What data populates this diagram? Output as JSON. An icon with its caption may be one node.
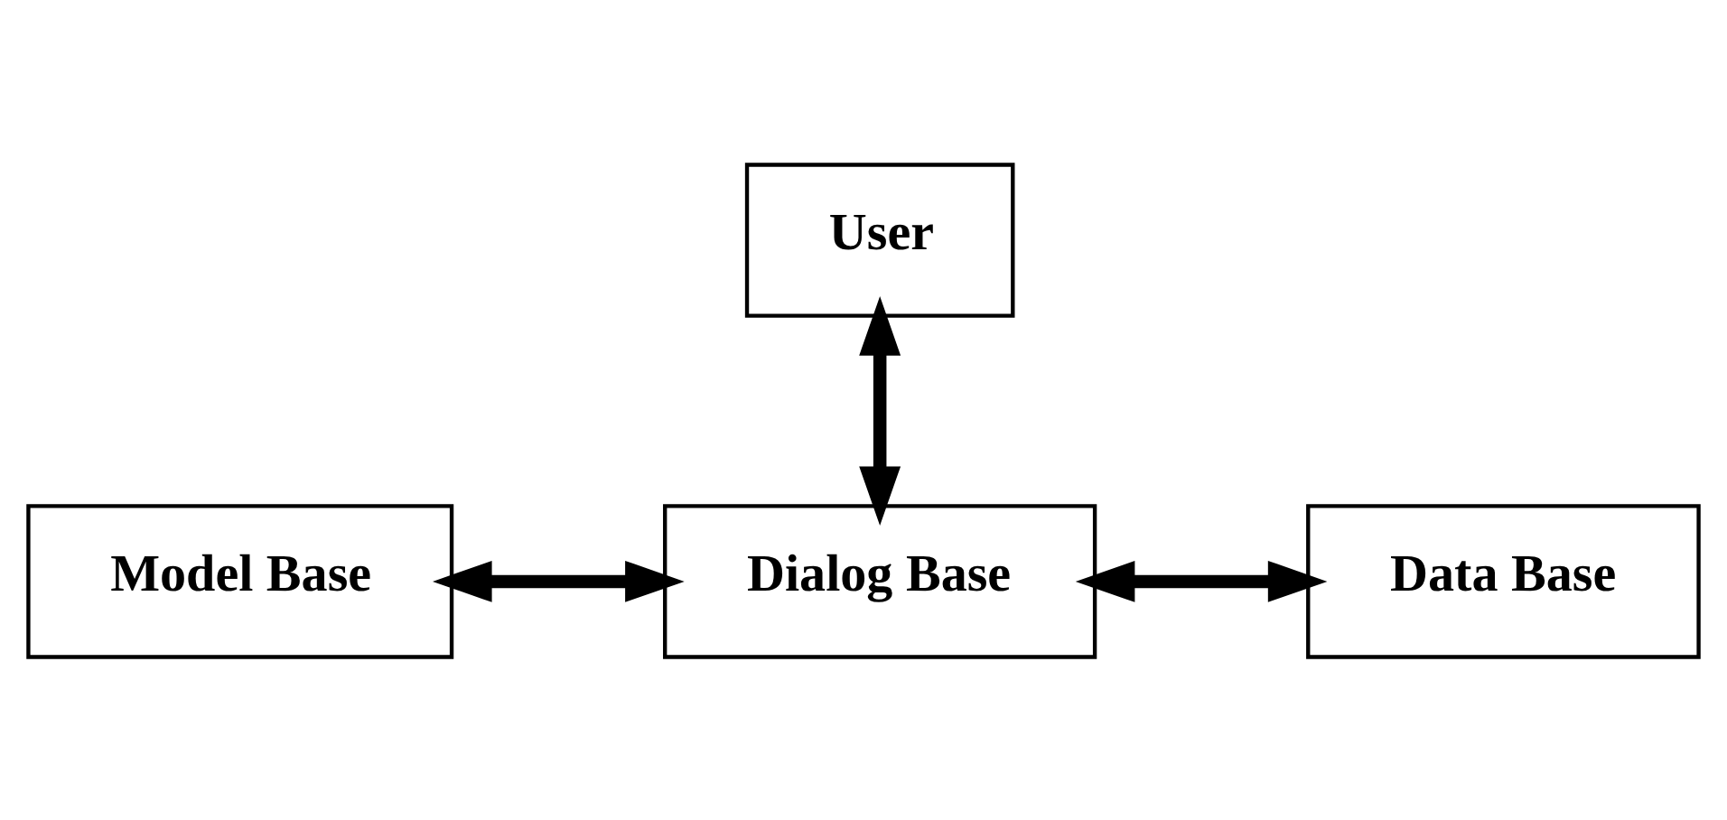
{
  "diagram": {
    "nodes": [
      {
        "text": [
          "User"
        ]
      },
      {
        "text": [
          "Model Base"
        ]
      },
      {
        "text": [
          "Dialog Base"
        ]
      },
      {
        "text": [
          "Data Base"
        ]
      }
    ],
    "edges": [
      {
        "from": 0,
        "to": 2,
        "arrow": "both"
      },
      {
        "from": 1,
        "to": 2,
        "arrow": "both"
      },
      {
        "from": 2,
        "to": 3,
        "arrow": "both"
      }
    ]
  }
}
